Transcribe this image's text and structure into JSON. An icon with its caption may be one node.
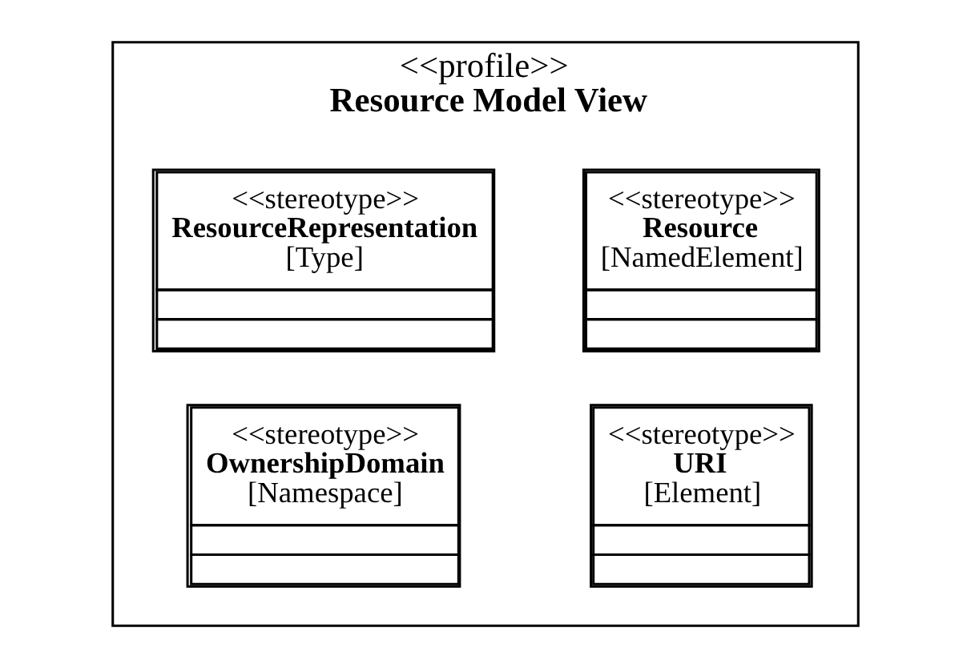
{
  "diagram": {
    "nodes": [
      {
        "text": [
          "<<profile>>",
          "Resource Model View"
        ]
      },
      {
        "text": [
          "<<stereotype>>",
          "Resource",
          "[NamedElement]"
        ],
        "in": 0
      },
      {
        "text": [
          "<<stereotype>>",
          "ResourceRepresentation",
          "[Type]"
        ],
        "in": 0
      },
      {
        "text": [
          "<<stereotype>>",
          "URI",
          "[Element]"
        ],
        "in": 0
      },
      {
        "text": [
          "<<stereotype>>",
          "OwnershipDomain",
          "[Namespace]"
        ],
        "in": 0
      }
    ]
  }
}
